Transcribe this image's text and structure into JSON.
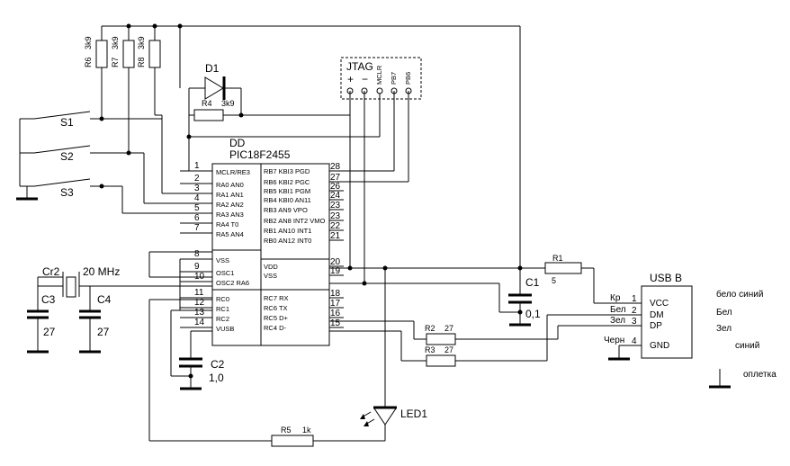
{
  "chip": {
    "ref": "DD",
    "part": "PIC18F2455",
    "left_pins": [
      {
        "num": "1",
        "name": "MCLR/RE3"
      },
      {
        "num": "2",
        "name": "RA0 AN0"
      },
      {
        "num": "3",
        "name": "RA1 AN1"
      },
      {
        "num": "4",
        "name": "RA2 AN2"
      },
      {
        "num": "5",
        "name": "RA3 AN3"
      },
      {
        "num": "6",
        "name": "RA4 T0"
      },
      {
        "num": "7",
        "name": "RA5 AN4"
      },
      {
        "num": "8",
        "name": "VSS"
      },
      {
        "num": "9",
        "name": "OSC1"
      },
      {
        "num": "10",
        "name": "OSC2 RA6"
      },
      {
        "num": "11",
        "name": "RC0"
      },
      {
        "num": "12",
        "name": "RC1"
      },
      {
        "num": "13",
        "name": "RC2"
      },
      {
        "num": "14",
        "name": "VUSB"
      }
    ],
    "right_pins": [
      {
        "num": "28",
        "name": "RB7 KBI3 PGD"
      },
      {
        "num": "27",
        "name": "RB6 KBI2 PGC"
      },
      {
        "num": "26",
        "name": "RB5 KBI1 PGM"
      },
      {
        "num": "24",
        "name": "RB4 KBI0 AN11"
      },
      {
        "num": "23",
        "name": "RB3 AN9 VPO"
      },
      {
        "num": "23",
        "name": "RB2 AN8 INT2 VMO"
      },
      {
        "num": "22",
        "name": "RB1 AN10 INT1"
      },
      {
        "num": "21",
        "name": "RB0 AN12 INT0"
      },
      {
        "num": "20",
        "name": "VDD"
      },
      {
        "num": "19",
        "name": "VSS"
      },
      {
        "num": "18",
        "name": "RC7 RX"
      },
      {
        "num": "17",
        "name": "RC6 TX"
      },
      {
        "num": "16",
        "name": "RC5 D+"
      },
      {
        "num": "15",
        "name": "RC4 D-"
      }
    ]
  },
  "resistors": {
    "r6": {
      "ref": "R6",
      "value": "3k9"
    },
    "r7": {
      "ref": "R7",
      "value": "3k9"
    },
    "r8": {
      "ref": "R8",
      "value": "3k9"
    },
    "r4": {
      "ref": "R4",
      "value": "3k9"
    },
    "r1": {
      "ref": "R1",
      "value": "5"
    },
    "r2": {
      "ref": "R2",
      "value": "27"
    },
    "r3": {
      "ref": "R3",
      "value": "27"
    },
    "r5": {
      "ref": "R5",
      "value": "1k"
    }
  },
  "diode": {
    "ref": "D1"
  },
  "switches": [
    "S1",
    "S2",
    "S3"
  ],
  "crystal": {
    "ref": "Cr2",
    "value": "20 MHz"
  },
  "capacitors": {
    "c1": {
      "ref": "C1",
      "value": "0,1"
    },
    "c2": {
      "ref": "C2",
      "value": "1,0"
    },
    "c3": {
      "ref": "C3",
      "value": "27"
    },
    "c4": {
      "ref": "C4",
      "value": "27"
    }
  },
  "led": {
    "ref": "LED1"
  },
  "jtag": {
    "title": "JTAG",
    "pins": [
      "+",
      "−",
      "MCLR",
      "PB7",
      "PB6"
    ]
  },
  "usb": {
    "title": "USB B",
    "pins": [
      {
        "num": "1",
        "name": "VCC",
        "wire": "Кр",
        "color": "бело синий"
      },
      {
        "num": "2",
        "name": "DM",
        "wire": "Бел",
        "color": "Бел"
      },
      {
        "num": "3",
        "name": "DP",
        "wire": "Зел",
        "color": "Зел"
      },
      {
        "num": "4",
        "name": "GND",
        "wire": "Черн",
        "color": "синий"
      }
    ],
    "shield": "оплетка"
  }
}
